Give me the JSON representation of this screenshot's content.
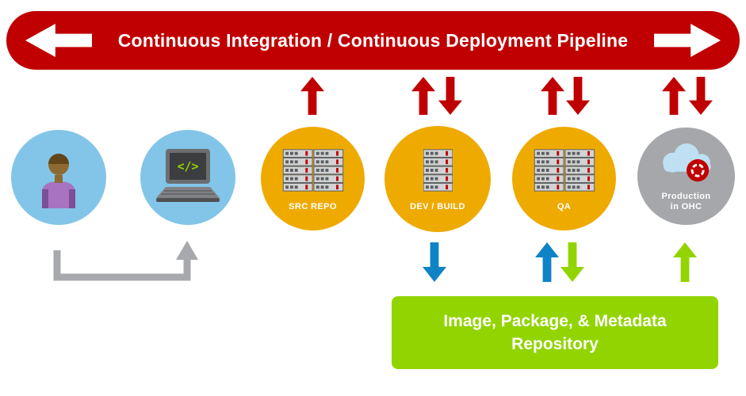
{
  "banner": {
    "title": "Continuous Integration / Continuous Deployment Pipeline"
  },
  "pipeline_nodes": {
    "developer": {
      "icon": "person-icon"
    },
    "workstation": {
      "icon": "laptop-code-icon",
      "screen_code": "</>"
    },
    "src_repo": {
      "label": "SRC REPO",
      "icon": "server-rack-icon"
    },
    "dev_build": {
      "label": "DEV / BUILD",
      "icon": "server-rack-icon"
    },
    "qa": {
      "label": "QA",
      "icon": "server-rack-icon"
    },
    "production": {
      "label_line1": "Production",
      "label_line2": "in OHC",
      "icon": "cloud-openshift-icon"
    }
  },
  "repository_box": {
    "line1": "Image, Package, & Metadata",
    "line2": "Repository"
  },
  "colors": {
    "banner_red": "#c00000",
    "arrow_red": "#c00000",
    "arrow_blue": "#0e83c6",
    "arrow_green": "#92d400",
    "circle_light_blue": "#82c5e8",
    "circle_gold": "#efaa00",
    "circle_gray": "#a5a7aa",
    "repository_green": "#92d400",
    "connector_gray": "#a7a9ac"
  }
}
